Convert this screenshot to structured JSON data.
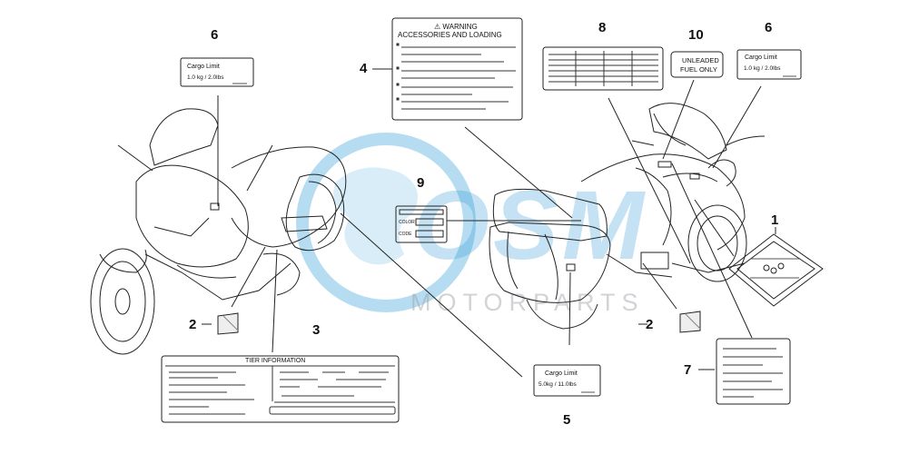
{
  "watermark": {
    "brand": "OSM",
    "tagline": "MOTORPARTS",
    "color_blue": "#2e9bd6",
    "color_gray": "#c4c8cc"
  },
  "callouts": {
    "c1": "1",
    "c2a": "2",
    "c2b": "2",
    "c3": "3",
    "c4": "4",
    "c5": "5",
    "c6a": "6",
    "c6b": "6",
    "c7": "7",
    "c8": "8",
    "c9": "9",
    "c10": "10"
  },
  "labels": {
    "cargo_limit_left": {
      "title": "Cargo Limit",
      "value": "1.0 kg /  2.0lbs"
    },
    "cargo_limit_right": {
      "title": "Cargo Limit",
      "value": "1.0 kg /  2.0lbs"
    },
    "cargo_limit_bottom": {
      "title": "Cargo Limit",
      "value": "5.0kg / 11.0lbs"
    },
    "warning": {
      "line1": "⚠ WARNING",
      "line2": "ACCESSORIES AND LOADING"
    },
    "fuel": {
      "line1": "UNLEADED",
      "line2": "FUEL  ONLY"
    },
    "tire": {
      "title": "TIER INFORMATION"
    },
    "color_code": {
      "color": "COLOR",
      "code": "CODE"
    }
  }
}
